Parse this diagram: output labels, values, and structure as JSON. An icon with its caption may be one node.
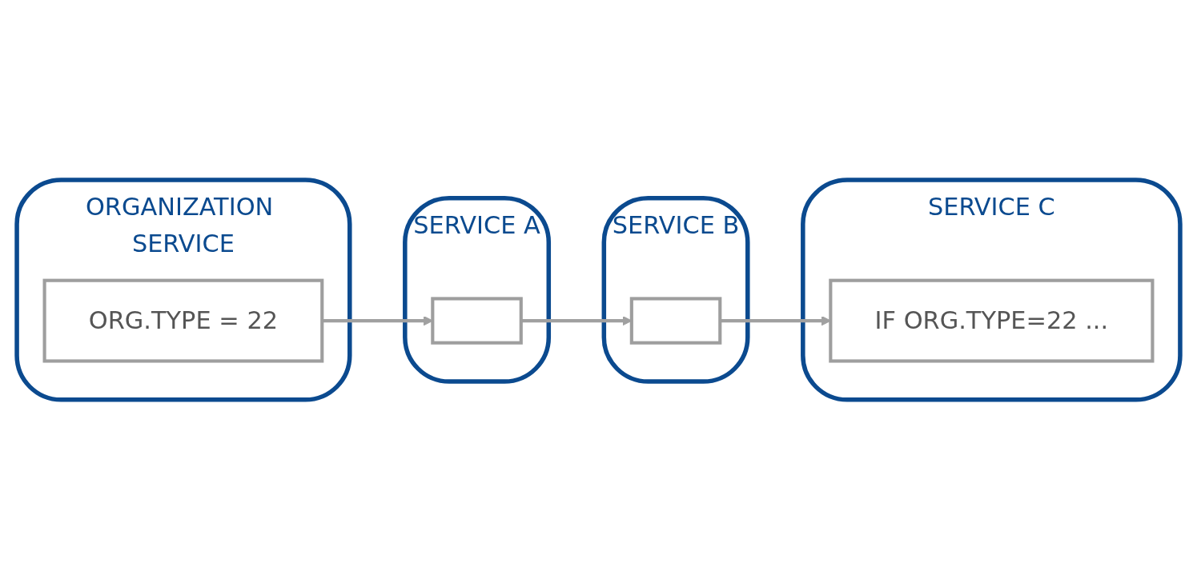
{
  "diagram": {
    "nodes": [
      {
        "text": [
          "ORGANIZATION SERVICE"
        ]
      },
      {
        "text": [
          "ORG.TYPE = 22"
        ],
        "in": 0
      },
      {
        "text": [
          "SERVICE A"
        ]
      },
      {
        "text": [],
        "shape": "box",
        "in": 2
      },
      {
        "text": [
          "SERVICE B"
        ]
      },
      {
        "text": [],
        "shape": "box",
        "in": 4
      },
      {
        "text": [
          "SERVICE C"
        ]
      },
      {
        "text": [
          "IF ORG.TYPE=22 ..."
        ],
        "in": 6
      }
    ],
    "edges": [
      {
        "from": 1,
        "to": 3,
        "arrow": "to"
      },
      {
        "from": 3,
        "to": 5,
        "arrow": "to"
      },
      {
        "from": 5,
        "to": 7,
        "arrow": "to"
      }
    ]
  }
}
